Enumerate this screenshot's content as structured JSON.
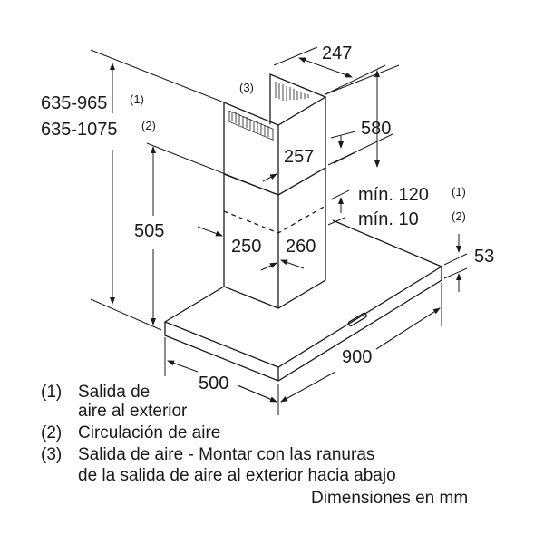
{
  "dimensions": {
    "total_height_1": "635-965",
    "total_height_1_note": "(1)",
    "total_height_2": "635-1075",
    "total_height_2_note": "(2)",
    "lower_height": "505",
    "upper_width": "247",
    "upper_height": "580",
    "upper_depth": "257",
    "lower_width": "250",
    "lower_depth": "260",
    "min_1": "mín. 120",
    "min_1_note": "(1)",
    "min_2": "mín. 10",
    "min_2_note": "(2)",
    "canopy_thickness": "53",
    "depth": "500",
    "width": "900",
    "vent_note": "(3)"
  },
  "legend": [
    {
      "num": "(1)",
      "text": "Salida de",
      "text2": "aire al exterior"
    },
    {
      "num": "(2)",
      "text": "Circulación de aire"
    },
    {
      "num": "(3)",
      "text": "Salida de aire - Montar con las ranuras",
      "text2": "de la salida de aire al exterior hacia abajo"
    }
  ],
  "units": "Dimensiones en mm"
}
